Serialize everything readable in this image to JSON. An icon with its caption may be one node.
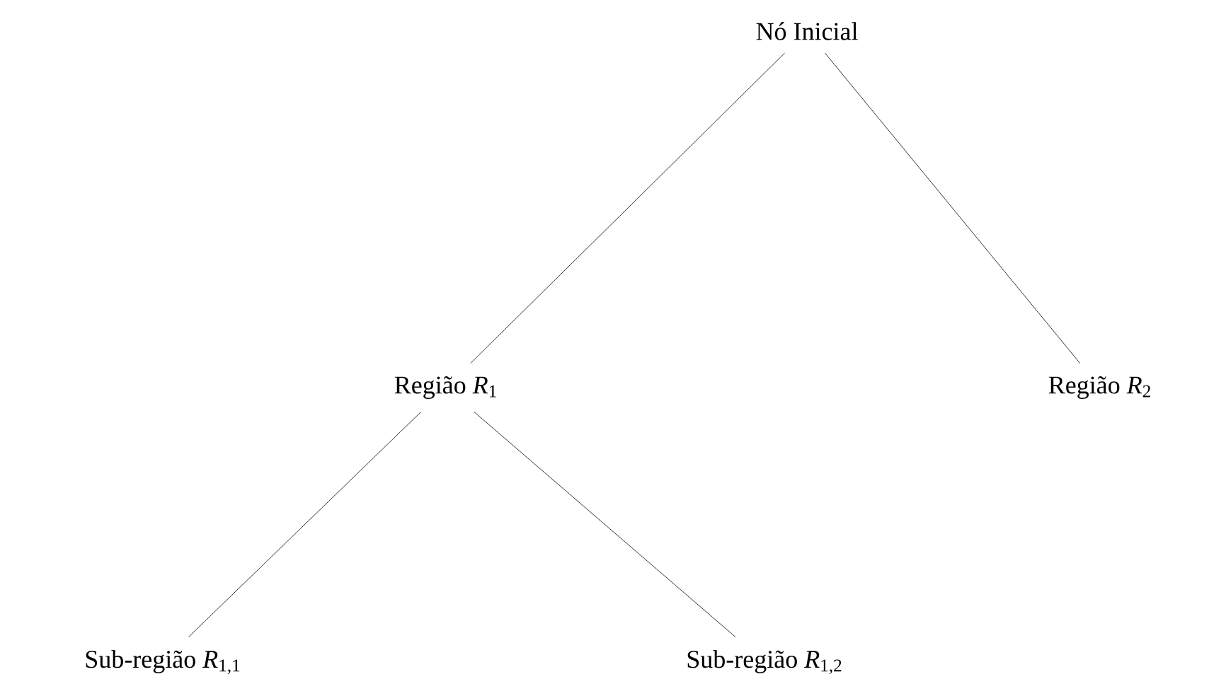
{
  "diagram": {
    "nodes": [
      {
        "text": [
          "Nó Inicial"
        ]
      },
      {
        "text": [
          "Região *R*$_{1}$"
        ]
      },
      {
        "text": [
          "Região *R*$_{2}$"
        ]
      },
      {
        "text": [
          "Sub-região *R*$_{1,1}$"
        ]
      },
      {
        "text": [
          "Sub-região *R*$_{1,2}$"
        ]
      }
    ],
    "edges": [
      {
        "from": 0,
        "to": 1,
        "arrow": "none"
      },
      {
        "from": 0,
        "to": 2,
        "arrow": "none"
      },
      {
        "from": 1,
        "to": 3,
        "arrow": "none"
      },
      {
        "from": 1,
        "to": 4,
        "arrow": "none"
      }
    ]
  }
}
